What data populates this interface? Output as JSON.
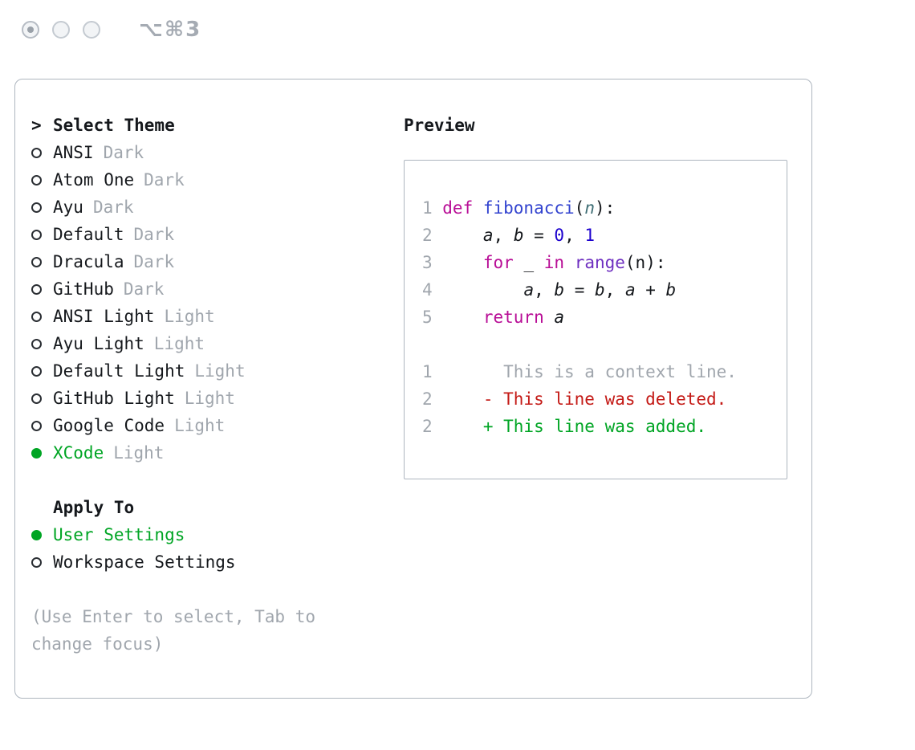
{
  "window": {
    "shortcut": "⌥⌘3"
  },
  "colors": {
    "accent_green": "#00a524",
    "diff_green": "#00a524",
    "diff_red": "#c41a16",
    "muted_gray": "#a0a6ad",
    "keyword": "#b80d96",
    "function": "#3243cf",
    "number_literal": "#1c01ce",
    "builtin": "#6e2fc0",
    "param": "#3f6e75"
  },
  "theme_panel": {
    "prompt": ">",
    "title": "Select Theme",
    "items": [
      {
        "name": "ANSI",
        "variant": "Dark",
        "selected": false
      },
      {
        "name": "Atom One",
        "variant": "Dark",
        "selected": false
      },
      {
        "name": "Ayu",
        "variant": "Dark",
        "selected": false
      },
      {
        "name": "Default",
        "variant": "Dark",
        "selected": false
      },
      {
        "name": "Dracula",
        "variant": "Dark",
        "selected": false
      },
      {
        "name": "GitHub",
        "variant": "Dark",
        "selected": false
      },
      {
        "name": "ANSI Light",
        "variant": "Light",
        "selected": false
      },
      {
        "name": "Ayu Light",
        "variant": "Light",
        "selected": false
      },
      {
        "name": "Default Light",
        "variant": "Light",
        "selected": false
      },
      {
        "name": "GitHub Light",
        "variant": "Light",
        "selected": false
      },
      {
        "name": "Google Code",
        "variant": "Light",
        "selected": false
      },
      {
        "name": "XCode",
        "variant": "Light",
        "selected": true
      }
    ],
    "apply_to": {
      "title": "Apply To",
      "options": [
        {
          "label": "User Settings",
          "selected": true
        },
        {
          "label": "Workspace Settings",
          "selected": false
        }
      ]
    },
    "hint_lines": [
      "(Use Enter to select, Tab to",
      "change focus)"
    ]
  },
  "preview": {
    "title": "Preview",
    "lines": [
      {
        "num": "1",
        "tokens": [
          {
            "t": "def ",
            "c": "kw"
          },
          {
            "t": "fibonacci",
            "c": "fn"
          },
          {
            "t": "(",
            "c": "pl"
          },
          {
            "t": "n",
            "c": "pr"
          },
          {
            "t": "):",
            "c": "pl"
          }
        ]
      },
      {
        "num": "2",
        "tokens": [
          {
            "t": "    ",
            "c": "pl"
          },
          {
            "t": "a",
            "c": "va"
          },
          {
            "t": ", ",
            "c": "pl"
          },
          {
            "t": "b",
            "c": "va"
          },
          {
            "t": " = ",
            "c": "pl"
          },
          {
            "t": "0",
            "c": "nu"
          },
          {
            "t": ", ",
            "c": "pl"
          },
          {
            "t": "1",
            "c": "nu"
          }
        ]
      },
      {
        "num": "3",
        "tokens": [
          {
            "t": "    ",
            "c": "pl"
          },
          {
            "t": "for",
            "c": "kw"
          },
          {
            "t": " _ ",
            "c": "pl"
          },
          {
            "t": "in",
            "c": "kw"
          },
          {
            "t": " ",
            "c": "pl"
          },
          {
            "t": "range",
            "c": "bi"
          },
          {
            "t": "(n):",
            "c": "pl"
          }
        ]
      },
      {
        "num": "4",
        "tokens": [
          {
            "t": "        ",
            "c": "pl"
          },
          {
            "t": "a",
            "c": "va"
          },
          {
            "t": ", ",
            "c": "pl"
          },
          {
            "t": "b",
            "c": "va"
          },
          {
            "t": " = ",
            "c": "pl"
          },
          {
            "t": "b",
            "c": "va"
          },
          {
            "t": ", ",
            "c": "pl"
          },
          {
            "t": "a",
            "c": "va"
          },
          {
            "t": " + ",
            "c": "pl"
          },
          {
            "t": "b",
            "c": "va"
          }
        ]
      },
      {
        "num": "5",
        "tokens": [
          {
            "t": "    ",
            "c": "pl"
          },
          {
            "t": "return",
            "c": "kw"
          },
          {
            "t": " ",
            "c": "pl"
          },
          {
            "t": "a",
            "c": "va"
          }
        ]
      },
      {
        "num": "",
        "tokens": []
      },
      {
        "num": "1",
        "tokens": [
          {
            "t": "      This is a context line.",
            "c": "ctx"
          }
        ]
      },
      {
        "num": "2",
        "tokens": [
          {
            "t": "    ",
            "c": "pl"
          },
          {
            "t": "- This line was deleted.",
            "c": "del"
          }
        ]
      },
      {
        "num": "2",
        "tokens": [
          {
            "t": "    ",
            "c": "pl"
          },
          {
            "t": "+ This line was added.",
            "c": "add"
          }
        ]
      }
    ]
  }
}
